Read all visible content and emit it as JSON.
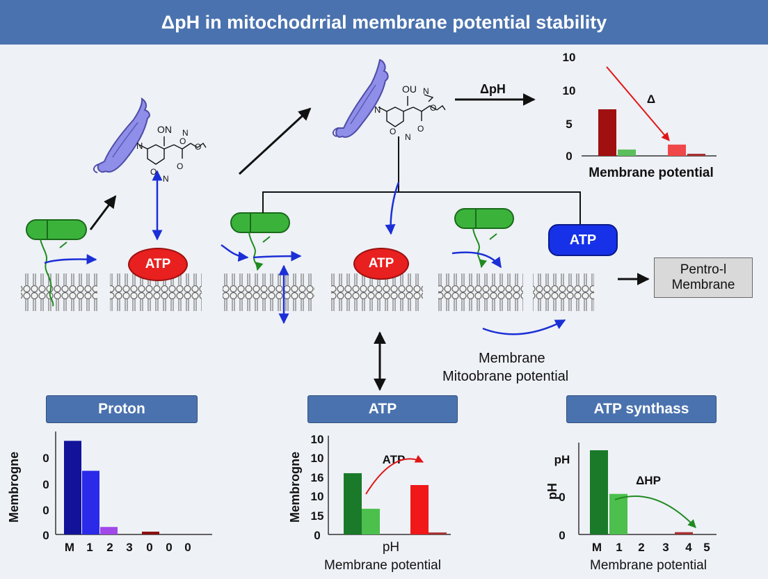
{
  "title": "ΔpH in mitochodrrial membrane potential stability",
  "molecule_labels": {
    "left_top": "ON",
    "left_amine": "N",
    "left_ring_o": "O",
    "left_ring_n": "N",
    "left_o1": "O",
    "left_o2": "O",
    "left_n3": "N",
    "left_ring_o2": "O",
    "right_top": "OU",
    "right_amine": "N",
    "right_ring_o": "O",
    "right_ring_n": "N",
    "right_o1": "O",
    "right_o2": "O",
    "right_n3": "N"
  },
  "dph_arrow_label": "ΔpH",
  "atp_ovals": [
    "ATP",
    "ATP"
  ],
  "atp_pill": "ATP",
  "pentro_box": {
    "line1": "Pentro-l",
    "line2": "Membrane"
  },
  "membrane_caption": {
    "line1": "Membrane",
    "line2": "Mitoobrane potential"
  },
  "section_headers": [
    "Proton",
    "ATP",
    "ATP synthass"
  ],
  "colors": {
    "header_bg": "#4a72ae",
    "atp_red": "#e8201f",
    "atp_blue": "#1631e8",
    "protein_purple": "#8f8ee8",
    "green_protein": "#3bb33b",
    "arrow_blue": "#1b2fd6",
    "arrow_red": "#e01515",
    "arrow_green": "#1f8a1f"
  },
  "chart_data": [
    {
      "type": "bar",
      "xlabel": "Membrane potential",
      "y_ticks": [
        "10",
        "10",
        "5",
        "0"
      ],
      "annotation": "Δ",
      "values": [
        6.6,
        0.9,
        1.6,
        0.3
      ],
      "colors": [
        "#a01010",
        "#5cbf5c",
        "#f04848",
        "#a83030"
      ],
      "ylim": [
        0,
        14
      ]
    },
    {
      "type": "bar",
      "ylabel": "Membrogne",
      "y_ticks": [
        "0",
        "0",
        "0",
        "0"
      ],
      "categories": [
        "M",
        "1",
        "2",
        "3",
        "0",
        "0",
        "0"
      ],
      "values": [
        50,
        34,
        4,
        0,
        1.5,
        0,
        0
      ],
      "colors": [
        "#12129a",
        "#2a2ae8",
        "#a048e8",
        "#ffffff",
        "#8a1010",
        "#ffffff",
        "#ffffff"
      ],
      "ylim": [
        0,
        55
      ]
    },
    {
      "type": "bar",
      "ylabel": "Membrogne",
      "xlabel": "Membrane potential",
      "x_text": "pH",
      "y_ticks": [
        "10",
        "10",
        "16",
        "10",
        "15",
        "0"
      ],
      "annotation": "ATP",
      "values": [
        15.5,
        6.5,
        12.5,
        0.5
      ],
      "colors": [
        "#1a7a2a",
        "#4cbf4c",
        "#f01818",
        "#a83030"
      ],
      "ylim": [
        0,
        25
      ]
    },
    {
      "type": "bar",
      "ylabel": "pH",
      "xlabel": "Membrane potential",
      "y_ticks": [
        "pH",
        "0",
        "0"
      ],
      "annotation": "ΔHP",
      "categories": [
        "M",
        "1",
        "2",
        "3",
        "4",
        "5"
      ],
      "values": [
        11,
        5.3,
        0,
        0,
        0.3,
        0
      ],
      "colors": [
        "#1a7a2a",
        "#4cbf4c",
        "#ffffff",
        "#ffffff",
        "#a83030",
        "#ffffff"
      ],
      "ylim": [
        0,
        12
      ]
    }
  ]
}
